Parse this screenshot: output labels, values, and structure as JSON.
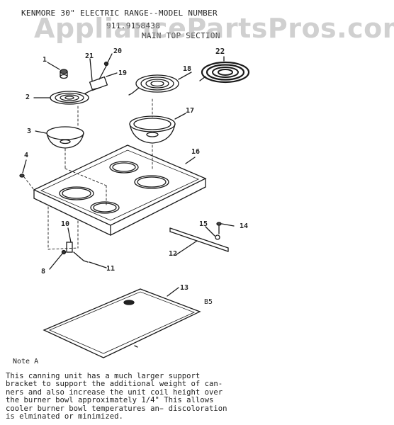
{
  "header": {
    "line1": "KENMORE 30\" ELECTRIC RANGE--MODEL NUMBER",
    "line2": "911.9158438",
    "line3": "MAIN TOP SECTION"
  },
  "watermark": "AppliancePartsPros.com",
  "callouts": {
    "c1": "1",
    "c2": "2",
    "c3": "3",
    "c4": "4",
    "c8": "8",
    "c10": "10",
    "c11": "11",
    "c12": "12",
    "c13": "13",
    "c14": "14",
    "c15": "15",
    "c16": "16",
    "c17": "17",
    "c18": "18",
    "c19": "19",
    "c20": "20",
    "c21": "21",
    "c22": "22",
    "b5": "B5"
  },
  "note": {
    "title": "Note A",
    "lines": [
      "This canning unit has a much larger support",
      "bracket to support the additional weight of can-",
      "ners and also increase the unit coil height over",
      "the burner bowl approximately 1/4\"  This allows",
      "cooler burner bowl temperatures an̵ discoloration",
      "is elminated or minimized."
    ]
  },
  "colors": {
    "ink": "#1a1a1a",
    "watermark": "#aaaaaa"
  }
}
